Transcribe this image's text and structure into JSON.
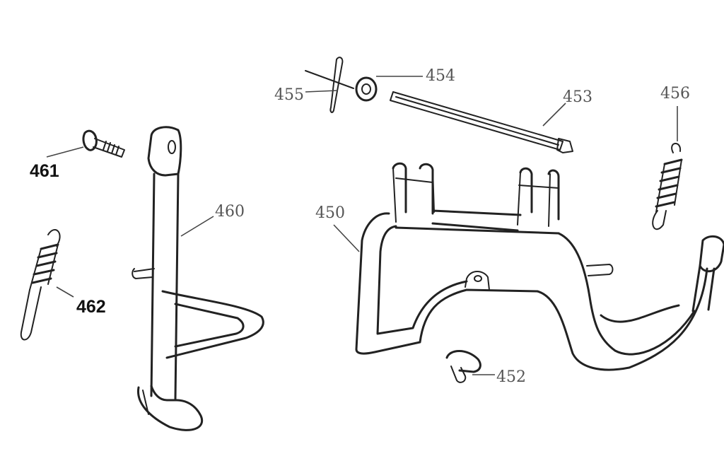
{
  "callouts": {
    "p450": "450",
    "p452": "452",
    "p453": "453",
    "p454": "454",
    "p455": "455",
    "p456": "456",
    "p460": "460",
    "p461": "461",
    "p462": "462"
  }
}
